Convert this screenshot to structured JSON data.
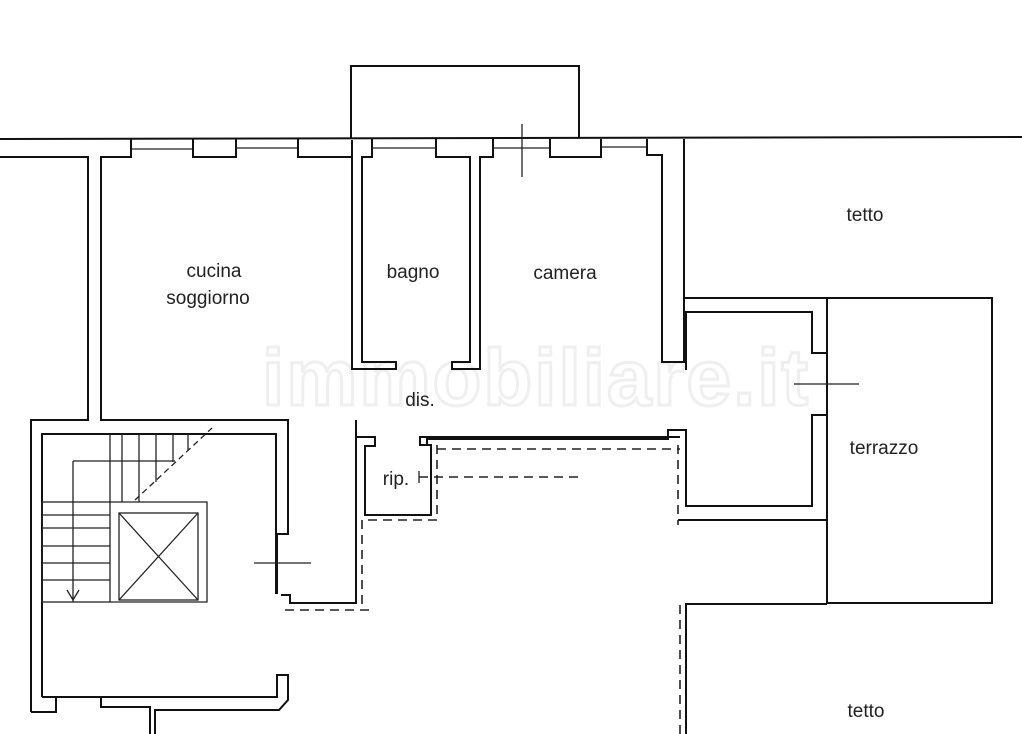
{
  "floorplan": {
    "watermark": "immobiliare.it",
    "rooms": [
      {
        "id": "cucina",
        "label_line1": "cucina",
        "label_line2": "soggiorno"
      },
      {
        "id": "bagno",
        "label": "bagno"
      },
      {
        "id": "camera",
        "label": "camera"
      },
      {
        "id": "dis",
        "label": "dis."
      },
      {
        "id": "rip",
        "label": "rip."
      },
      {
        "id": "terrazzo",
        "label": "terrazzo"
      },
      {
        "id": "tetto_top",
        "label": "tetto"
      },
      {
        "id": "tetto_bottom",
        "label": "tetto"
      }
    ],
    "colors": {
      "line": "#111111",
      "background": "#ffffff",
      "watermark": "#efefef"
    }
  }
}
